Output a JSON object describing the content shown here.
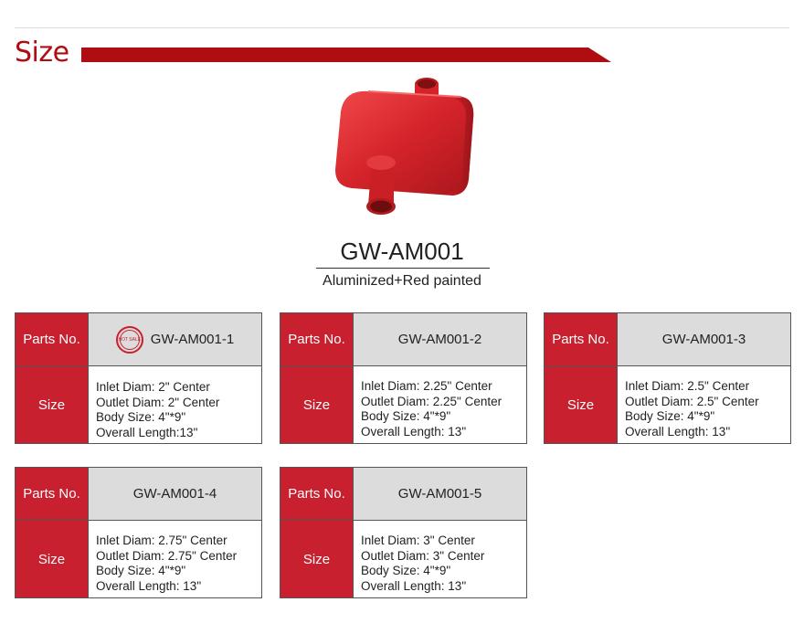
{
  "section": {
    "title": "Size",
    "accent_color": "#b00d12"
  },
  "product": {
    "image_icon": "red-muffler-image",
    "model": "GW-AM001",
    "finish": "Aluminized+Red painted"
  },
  "labels": {
    "parts_no": "Parts No.",
    "size": "Size"
  },
  "badge": {
    "text": "HOT SALE",
    "icon": "hot-sale-stamp-icon"
  },
  "cards": [
    {
      "part_no": "GW-AM001-1",
      "specs": [
        "Inlet Diam: 2\" Center",
        "Outlet Diam: 2\" Center",
        "Body Size: 4\"*9\"",
        "Overall Length:13\""
      ]
    },
    {
      "part_no": "GW-AM001-2",
      "specs": [
        "Inlet Diam:  2.25\" Center",
        "Outlet Diam:  2.25\" Center",
        "Body Size: 4\"*9\"",
        "Overall Length: 13\""
      ]
    },
    {
      "part_no": "GW-AM001-3",
      "specs": [
        "Inlet Diam:  2.5\" Center",
        "Outlet Diam:  2.5\" Center",
        "Body Size:  4\"*9\"",
        "Overall Length: 13\""
      ]
    },
    {
      "part_no": "GW-AM001-4",
      "specs": [
        "Inlet Diam:  2.75\" Center",
        "Outlet Diam:  2.75\" Center",
        "Body Size: 4\"*9\"",
        "Overall Length: 13\""
      ]
    },
    {
      "part_no": "GW-AM001-5",
      "specs": [
        "Inlet Diam:  3\" Center",
        "Outlet Diam:  3\" Center",
        "Body Size: 4\"*9\"",
        "Overall Length: 13\""
      ]
    }
  ]
}
